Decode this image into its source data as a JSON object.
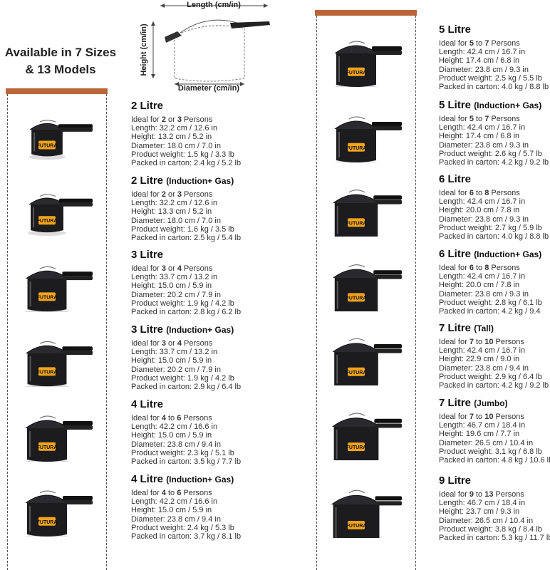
{
  "header": {
    "line1": "Available in 7 Sizes",
    "line2": "& 13 Models"
  },
  "diagram": {
    "length": "Length (cm/in)",
    "height": "Height (cm/in)",
    "diameter": "Diameter (cm/in)"
  },
  "brand": "FUTURA",
  "left": [
    {
      "title": "2 Litre",
      "sub": "",
      "ppl_a": "2",
      "ppl_join": " or ",
      "ppl_b": "3",
      "length": "32.2 cm / 12.6 in",
      "height": "13.2 cm / 5.2 in",
      "diameter": "18.0 cm / 7.0 in",
      "weight": "1.5 kg / 3.3 lb",
      "carton": "2.4 kg / 5.2 lb"
    },
    {
      "title": "2 Litre",
      "sub": "(Induction+ Gas)",
      "ppl_a": "2",
      "ppl_join": " or ",
      "ppl_b": "3",
      "length": "32.2 cm / 12.6 in",
      "height": "13.3 cm / 5.2 in",
      "diameter": "18.0 cm / 7.0 in",
      "weight": "1.6 kg / 3.5 lb",
      "carton": "2.5 kg / 5.4 lb"
    },
    {
      "title": "3 Litre",
      "sub": "",
      "ppl_a": "3",
      "ppl_join": " or ",
      "ppl_b": "4",
      "length": "33.7 cm / 13.2 in",
      "height": "15.0 cm / 5.9 in",
      "diameter": "20.2 cm / 7.9 in",
      "weight": "1.9 kg / 4.2 lb",
      "carton": "2.8 kg / 6.2 lb"
    },
    {
      "title": "3 Litre",
      "sub": "(Induction+ Gas)",
      "ppl_a": "3",
      "ppl_join": " or ",
      "ppl_b": "4",
      "length": "33.7 cm / 13.2 in",
      "height": "15.0 cm / 5.9 in",
      "diameter": "20.2 cm / 7.9 in",
      "weight": "1.9 kg / 4.2 lb",
      "carton": "2.9 kg / 6.4 lb"
    },
    {
      "title": "4 Litre",
      "sub": "",
      "ppl_a": "4",
      "ppl_join": " to ",
      "ppl_b": "6",
      "length": "42.2 cm / 16.6 in",
      "height": "15.0 cm / 5.9 in",
      "diameter": "23.8 cm / 9.4 in",
      "weight": "2.3 kg / 5.1 lb",
      "carton": "3.5 kg / 7.7 lb"
    },
    {
      "title": "4 Litre",
      "sub": "(Induction+ Gas)",
      "ppl_a": "4",
      "ppl_join": " to ",
      "ppl_b": "6",
      "length": "42.2 cm / 16.6 in",
      "height": "15.0 cm / 5.9 in",
      "diameter": "23.8 cm / 9.4 in",
      "weight": "2.4 kg / 5.3 lb",
      "carton": "3.7 kg / 8.1 lb"
    }
  ],
  "right": [
    {
      "title": "5 Litre",
      "sub": "",
      "ppl_a": "5",
      "ppl_join": " to ",
      "ppl_b": "7",
      "length": "42.4 cm / 16.7 in",
      "height": "17.4 cm / 6.8 in",
      "diameter": "23.8 cm / 9.3 in",
      "weight": "2.5 kg / 5.5 lb",
      "carton": "4.0 kg / 8.8 lb"
    },
    {
      "title": "5 Litre",
      "sub": "(Induction+ Gas)",
      "ppl_a": "5",
      "ppl_join": " to ",
      "ppl_b": "7",
      "length": "42.4 cm / 16.7 in",
      "height": "17.4 cm / 6.8 in",
      "diameter": "23.8 cm / 9.3 in",
      "weight": "2.6 kg / 5.7 lb",
      "carton": "4.2 kg / 9.2 lb"
    },
    {
      "title": "6 Litre",
      "sub": "",
      "ppl_a": "6",
      "ppl_join": " to ",
      "ppl_b": "8",
      "length": "42.4 cm / 16.7 in",
      "height": "20.0 cm / 7.8 in",
      "diameter": "23.8 cm / 9.3 in",
      "weight": "2.7 kg / 5.9 lb",
      "carton": "4.0 kg / 8.8 lb"
    },
    {
      "title": "6 Litre",
      "sub": "(Induction+ Gas)",
      "ppl_a": "6",
      "ppl_join": " to ",
      "ppl_b": "8",
      "length": "42.4 cm / 16.7 in",
      "height": "20.0 cm / 7.8 in",
      "diameter": "23.8 cm / 9.3 in",
      "weight": "2.8 kg / 6.1 lb",
      "carton": "4.2 kg / 9.4"
    },
    {
      "title": "7 Litre",
      "sub": "(Tall)",
      "ppl_a": "7",
      "ppl_join": " to ",
      "ppl_b": "10",
      "length": "42.4 cm / 16.7 in",
      "height": "22.9 cm / 9.0 in",
      "diameter": "23.8 cm / 9.4 in",
      "weight": "2.9 kg / 6.4 lb",
      "carton": "4.2 kg / 9.2 lb"
    },
    {
      "title": "7 Litre",
      "sub": "(Jumbo)",
      "ppl_a": "7",
      "ppl_join": " to ",
      "ppl_b": "10",
      "length": "46.7 cm / 18.4 in",
      "height": "19.6 cm / 7.7 in",
      "diameter": "26.5 cm / 10.4 in",
      "weight": "3.1 kg / 6.8 lb",
      "carton": "4.8 kg / 10.6 lb"
    },
    {
      "title": "9 Litre",
      "sub": "",
      "ppl_a": "9",
      "ppl_join": " to ",
      "ppl_b": "13",
      "length": "46.7 cm / 18.4 in",
      "height": "23.7 cm / 9.3 in",
      "diameter": "26.5 cm / 10.4 in",
      "weight": "3.8 kg / 8.4 lb",
      "carton": "5.3 kg / 11.7 lb"
    }
  ],
  "labels": {
    "ideal_for": "Ideal for ",
    "persons": " Persons",
    "length": "Length: ",
    "height": "Height: ",
    "diameter": "Diameter: ",
    "weight": "Product weight: ",
    "carton": "Packed in carton: "
  }
}
